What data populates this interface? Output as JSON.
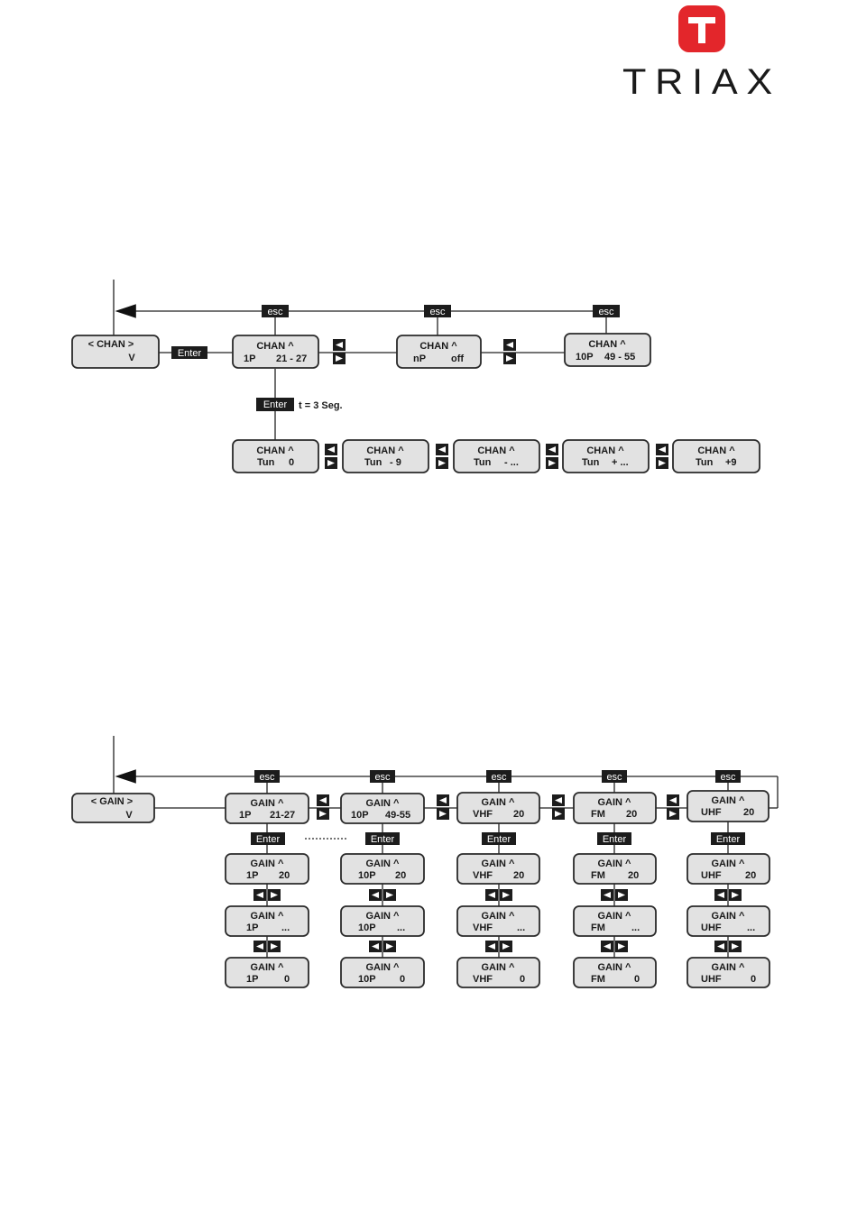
{
  "logo": {
    "mark": "T",
    "wordmark": "TRIAX",
    "brand_color": "#e3262b"
  },
  "tags": {
    "esc": "esc",
    "enter": "Enter"
  },
  "icons": {
    "nav_arrows": "left-right-arrow-icon",
    "back_arrow": "arrow-left-icon"
  },
  "chan_menu": {
    "entry": {
      "line1": "< CHAN >",
      "line2": "V"
    },
    "top_row": [
      {
        "line1": "CHAN ^",
        "line2a": "1P",
        "line2b": "21 - 27"
      },
      {
        "line1": "CHAN ^",
        "line2a": "nP",
        "line2b": "off"
      },
      {
        "line1": "CHAN ^",
        "line2a": "10P",
        "line2b": "49 - 55"
      }
    ],
    "timer_note": "t = 3 Seg.",
    "tune_row": [
      {
        "line1": "CHAN ^",
        "line2a": "Tun",
        "line2b": "0"
      },
      {
        "line1": "CHAN ^",
        "line2a": "Tun",
        "line2b": "- 9"
      },
      {
        "line1": "CHAN ^",
        "line2a": "Tun",
        "line2b": "- ..."
      },
      {
        "line1": "CHAN ^",
        "line2a": "Tun",
        "line2b": "+ ..."
      },
      {
        "line1": "CHAN ^",
        "line2a": "Tun",
        "line2b": "+9"
      }
    ]
  },
  "gain_menu": {
    "entry": {
      "line1": "< GAIN >",
      "line2": "V"
    },
    "columns": [
      {
        "top": {
          "line1": "GAIN ^",
          "line2a": "1P",
          "line2b": "21-27"
        },
        "levels": [
          {
            "line1": "GAIN ^",
            "line2a": "1P",
            "line2b": "20"
          },
          {
            "line1": "GAIN ^",
            "line2a": "1P",
            "line2b": "..."
          },
          {
            "line1": "GAIN ^",
            "line2a": "1P",
            "line2b": "0"
          }
        ]
      },
      {
        "top": {
          "line1": "GAIN ^",
          "line2a": "10P",
          "line2b": "49-55"
        },
        "levels": [
          {
            "line1": "GAIN ^",
            "line2a": "10P",
            "line2b": "20"
          },
          {
            "line1": "GAIN ^",
            "line2a": "10P",
            "line2b": "..."
          },
          {
            "line1": "GAIN ^",
            "line2a": "10P",
            "line2b": "0"
          }
        ]
      },
      {
        "top": {
          "line1": "GAIN ^",
          "line2a": "VHF",
          "line2b": "20"
        },
        "levels": [
          {
            "line1": "GAIN ^",
            "line2a": "VHF",
            "line2b": "20"
          },
          {
            "line1": "GAIN ^",
            "line2a": "VHF",
            "line2b": "..."
          },
          {
            "line1": "GAIN ^",
            "line2a": "VHF",
            "line2b": "0"
          }
        ]
      },
      {
        "top": {
          "line1": "GAIN ^",
          "line2a": "FM",
          "line2b": "20"
        },
        "levels": [
          {
            "line1": "GAIN ^",
            "line2a": "FM",
            "line2b": "20"
          },
          {
            "line1": "GAIN ^",
            "line2a": "FM",
            "line2b": "..."
          },
          {
            "line1": "GAIN ^",
            "line2a": "FM",
            "line2b": "0"
          }
        ]
      },
      {
        "top": {
          "line1": "GAIN ^",
          "line2a": "UHF",
          "line2b": "20"
        },
        "levels": [
          {
            "line1": "GAIN ^",
            "line2a": "UHF",
            "line2b": "20"
          },
          {
            "line1": "GAIN ^",
            "line2a": "UHF",
            "line2b": "..."
          },
          {
            "line1": "GAIN ^",
            "line2a": "UHF",
            "line2b": "0"
          }
        ]
      }
    ]
  }
}
